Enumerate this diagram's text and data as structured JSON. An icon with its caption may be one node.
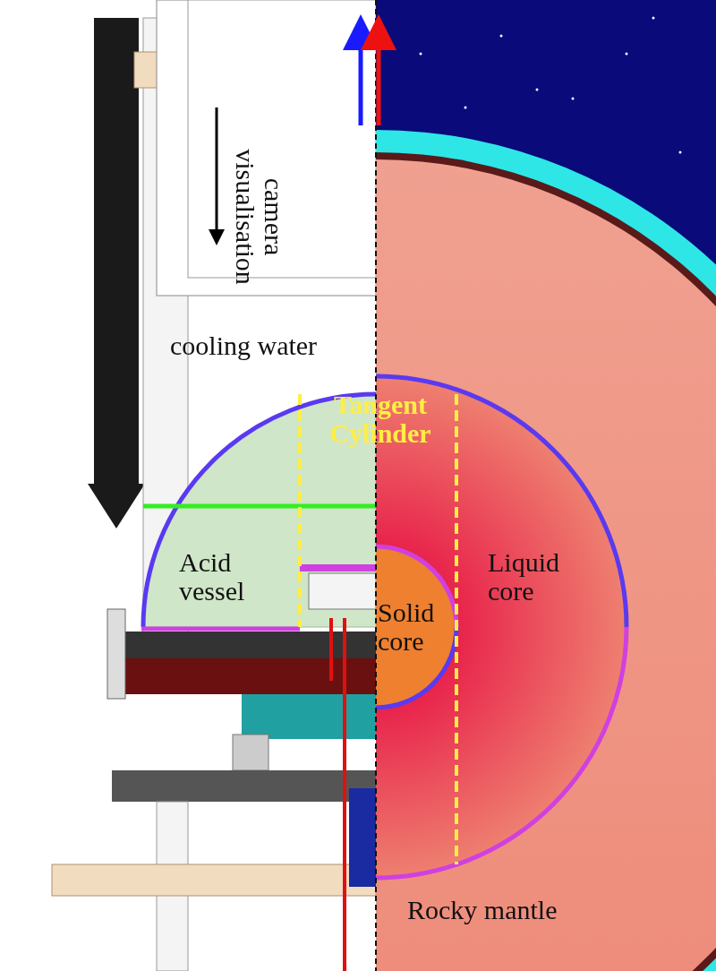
{
  "diagram": {
    "labels": [
      "camera visualisation",
      "cooling water",
      "Tangent Cylinder",
      "Acid vessel",
      "Solid core",
      "Liquid core",
      "Rocky mantle"
    ]
  }
}
